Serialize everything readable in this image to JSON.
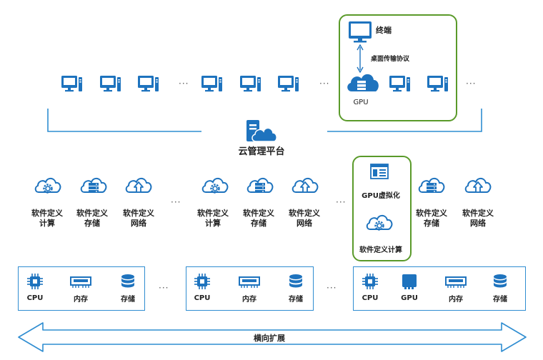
{
  "colors": {
    "icon_blue": "#1e73be",
    "frame_green": "#5a9a2a",
    "line_blue": "#2f8dd1"
  },
  "terminal_panel": {
    "title": "终端",
    "protocol": "桌面传输协议",
    "gpu": "GPU"
  },
  "platform": {
    "title": "云管理平台"
  },
  "software": {
    "compute": [
      "软件定义",
      "计算"
    ],
    "storage": [
      "软件定义",
      "存储"
    ],
    "network": [
      "软件定义",
      "网络"
    ]
  },
  "gpu_panel": {
    "virtualization": "GPU虚拟化",
    "compute": "软件定义计算"
  },
  "hardware": {
    "cpu": "CPU",
    "memory": "内存",
    "storage": "存储",
    "gpu": "GPU"
  },
  "ellipsis": "···",
  "bottom_arrow": {
    "label": "横向扩展"
  }
}
